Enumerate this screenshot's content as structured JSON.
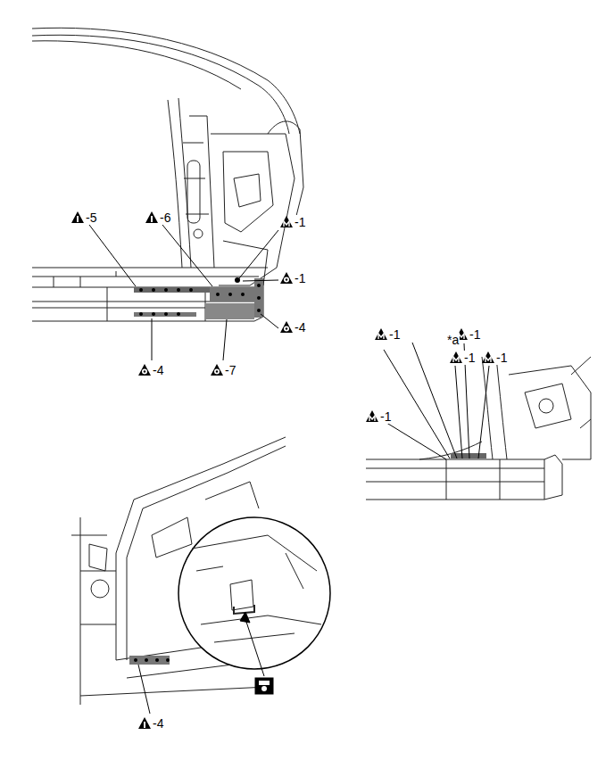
{
  "diagram": {
    "labels": [
      "-5",
      "-6",
      "-1",
      "-1",
      "-4",
      "-4",
      "-7",
      "-1",
      "*a",
      "-1",
      "-1",
      "-1",
      "-1",
      "-4"
    ]
  }
}
